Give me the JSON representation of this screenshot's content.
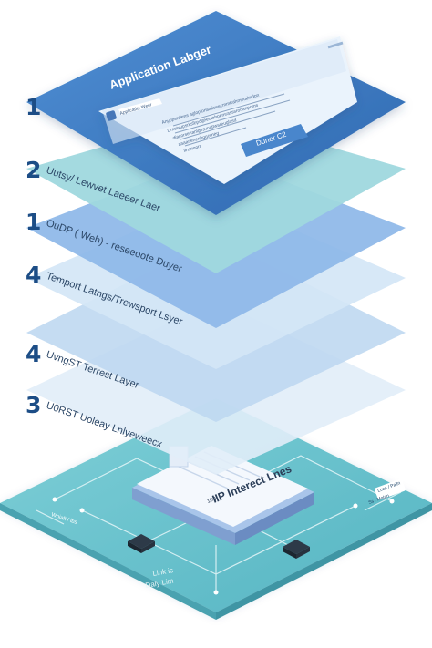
{
  "colors": {
    "top_layer": "#3f7cc4",
    "layer2": "#9fd8de",
    "layer3": "#8db7e8",
    "layer4": "#d4e6f6",
    "layer5": "#bdd7f0",
    "layer6": "#e1edf8",
    "base_plate": "#6fc4cf",
    "number_color": "#1c4d86"
  },
  "layers": [
    {
      "number": "1",
      "label": ""
    },
    {
      "number": "2",
      "label": "Uutsy/ Lewvet Laeeer Laer"
    },
    {
      "number": "1",
      "label": "OuDP ( Weh) - reseeoote Duyer"
    },
    {
      "number": "4",
      "label": "Temport Latngs/Trewsport Lsyer"
    },
    {
      "number": "4",
      "label": "UvngST Terrest Layer"
    },
    {
      "number": "3",
      "label": "U0RST Uoleay Lnlyeweecx"
    }
  ],
  "app_window": {
    "title": "Application Labger",
    "tab": "Applicatio: Weer",
    "body_lines": [
      "Anyopsrdlens agloptonsatiseecmmtrahmetalmdon",
      "Dmetvupsrkslbpdgeeotebpemrasssronanpoms",
      "diacorsenanlgesvonttwsreuglnsd",
      "aaaanenenhggorneg",
      "Ilnsnnorr"
    ],
    "button": "Duner C2"
  },
  "base": {
    "card_title": "IIP Interect Lnes",
    "card_small": "10 )",
    "left_label": "Wnialt / ibs",
    "right_tag": "Lcas / Paltn",
    "right_tag_extra": "Ss / Malan",
    "bottom_label_1": "Link ic",
    "bottom_label_2": "Daly Lim"
  }
}
